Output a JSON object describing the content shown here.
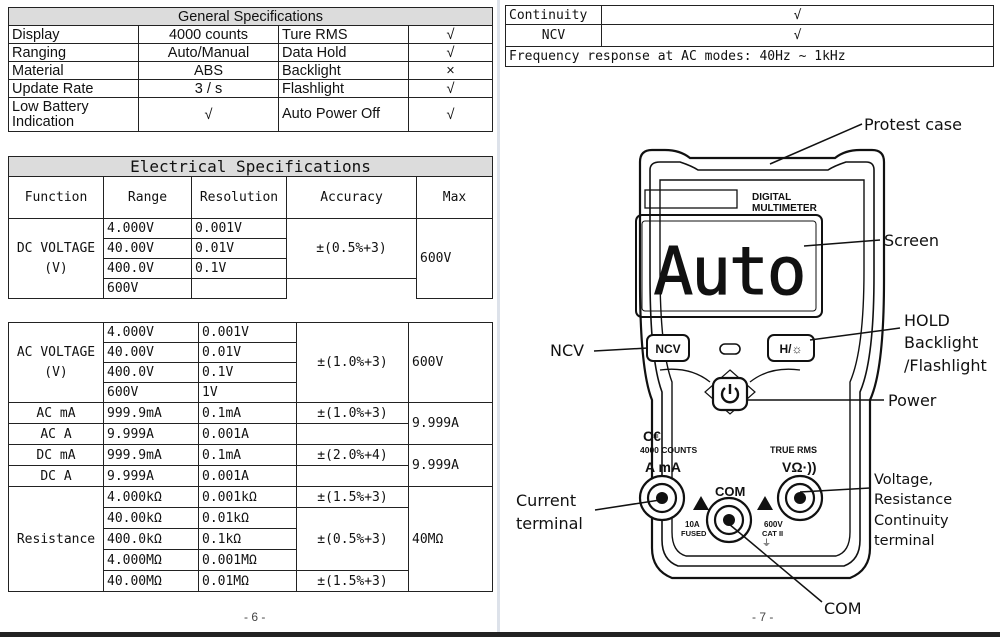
{
  "general": {
    "title": "General Specifications",
    "rows": [
      [
        "Display",
        "4000 counts",
        "Ture RMS",
        "√"
      ],
      [
        "Ranging",
        "Auto/Manual",
        "Data Hold",
        "√"
      ],
      [
        "Material",
        "ABS",
        "Backlight",
        "×"
      ],
      [
        "Update Rate",
        "3 / s",
        "Flashlight",
        "√"
      ],
      [
        "Low Battery Indication",
        "√",
        "Auto Power Off",
        "√"
      ]
    ]
  },
  "electrical": {
    "title": "Electrical Specifications",
    "headers": [
      "Function",
      "Range",
      "Resolution",
      "Accuracy",
      "Max"
    ],
    "dc_voltage": {
      "function": "DC VOLTAGE (V)",
      "ranges": [
        "4.000V",
        "40.00V",
        "400.0V",
        "600V"
      ],
      "resolutions": [
        "0.001V",
        "0.01V",
        "0.1V",
        ""
      ],
      "accuracy": "±(0.5%+3)",
      "max": "600V"
    }
  },
  "table2": {
    "ac_voltage": {
      "function": "AC VOLTAGE (V)",
      "ranges": [
        "4.000V",
        "40.00V",
        "400.0V",
        "600V"
      ],
      "resolutions": [
        "0.001V",
        "0.01V",
        "0.1V",
        "1V"
      ],
      "accuracy": "±(1.0%+3)",
      "max": "600V"
    },
    "ac_ma": {
      "function": "AC mA",
      "range": "999.9mA",
      "resolution": "0.1mA",
      "accuracy": "±(1.0%+3)"
    },
    "ac_a": {
      "function": "AC A",
      "range": "9.999A",
      "resolution": "0.001A"
    },
    "ac_max": "9.999A",
    "dc_ma": {
      "function": "DC mA",
      "range": "999.9mA",
      "resolution": "0.1mA",
      "accuracy": "±(2.0%+4)"
    },
    "dc_a": {
      "function": "DC A",
      "range": "9.999A",
      "resolution": "0.001A"
    },
    "dc_max": "9.999A",
    "resistance": {
      "function": "Resistance",
      "ranges": [
        "4.000kΩ",
        "40.00kΩ",
        "400.0kΩ",
        "4.000MΩ",
        "40.00MΩ"
      ],
      "resolutions": [
        "0.001kΩ",
        "0.01kΩ",
        "0.1kΩ",
        "0.001MΩ",
        "0.01MΩ"
      ],
      "accuracy_top": "±(1.5%+3)",
      "accuracy_mid": "±(0.5%+3)",
      "accuracy_bottom": "±(1.5%+3)",
      "max": "40MΩ"
    }
  },
  "page_left": "- 6 -",
  "page_right": "- 7 -",
  "right_table": {
    "rows": [
      [
        "Continuity",
        "√"
      ],
      [
        "NCV",
        "√"
      ]
    ],
    "frequency": "Frequency response at AC modes:  40Hz ~ 1kHz"
  },
  "diagram": {
    "device_label": "DIGITAL MULTIMETER",
    "display_text": "Auto",
    "button_ncv": "NCV",
    "button_h": "H/☼",
    "ce": "CE",
    "counts": "4000 COUNTS",
    "true_rms": "TRUE RMS",
    "a_ma": "A mA",
    "v_ohm": "VΩ·))",
    "com": "COM",
    "fuse1": "10A",
    "fuse2": "FUSED",
    "cat1": "600V",
    "cat2": "CAT II",
    "callouts": {
      "protest_case": "Protest case",
      "screen": "Screen",
      "hold": "HOLD",
      "backlight": "Backlight",
      "flashlight": "/Flashlight",
      "ncv": "NCV",
      "power": "Power",
      "voltage1": "Voltage,",
      "voltage2": "Resistance",
      "voltage3": "Continuity",
      "voltage4": "terminal",
      "current1": "Current",
      "current2": "terminal",
      "com": "COM"
    }
  }
}
